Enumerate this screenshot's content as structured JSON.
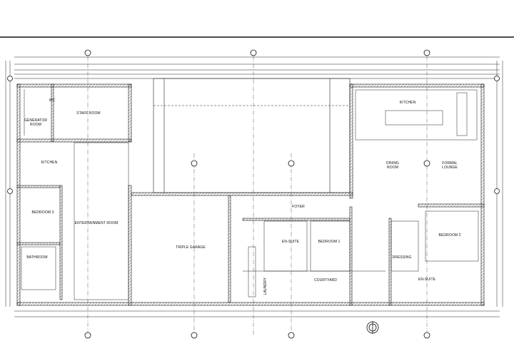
{
  "rooms": {
    "generator": "GENERATOR\nROOM",
    "wc": "WC",
    "staff_room": "STAFF ROOM",
    "kitchen_left": "KITCHEN",
    "bedroom3": "BEDROOM 3",
    "entertainment": "ENTERTAINMENT ROOM",
    "bathroom": "BATHROOM",
    "triple_garage": "TRIPLE GARAGE",
    "foyer": "FOYER",
    "en_suite_1": "EN-SUITE",
    "bedroom1": "BEDROOM 1",
    "courtyard": "COURTYARD",
    "laundry": "LAUNDRY",
    "kitchen_right": "KITCHEN",
    "dining": "DINING\nROOM",
    "formal_lounge": "FORMAL\nLOUNGE",
    "bedroom2": "BEDROOM 2",
    "dressing": "DRESSING",
    "en_suite_2": "EN-SUITE"
  },
  "colors": {
    "line": "#1a1a1a",
    "wall_hatch": "#555555",
    "background": "#ffffff"
  }
}
